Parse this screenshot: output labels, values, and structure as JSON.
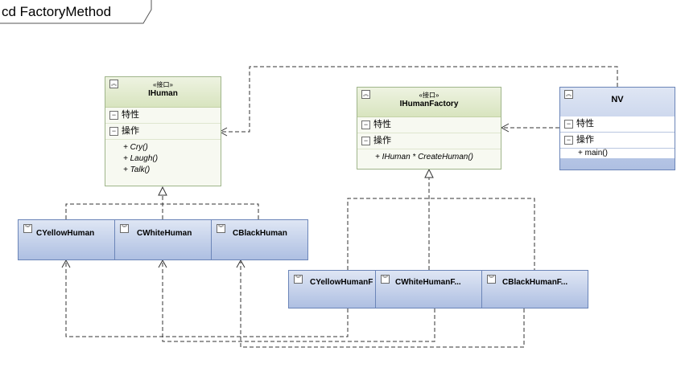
{
  "diagram": {
    "frame_title": "cd FactoryMethod"
  },
  "ihuman": {
    "stereotype": "«接口»",
    "name": "IHuman",
    "attributes_label": "特性",
    "operations_label": "操作",
    "operations": [
      "+ Cry()",
      "+ Laugh()",
      "+ Talk()"
    ]
  },
  "ihuman_factory": {
    "stereotype": "«接口»",
    "name": "IHumanFactory",
    "attributes_label": "特性",
    "operations_label": "操作",
    "operations": [
      "+ IHuman * CreateHuman()"
    ]
  },
  "nv": {
    "name": "NV",
    "attributes_label": "特性",
    "operations_label": "操作",
    "operations": [
      "+ main()"
    ]
  },
  "humans": [
    "CYellowHuman",
    "CWhiteHuman",
    "CBlackHuman"
  ],
  "factories": [
    "CYellowHumanF",
    "CWhiteHumanF...",
    "CBlackHumanF..."
  ],
  "colors": {
    "interface_fill": "#f7f9f1",
    "interface_border": "#9fb58a",
    "class_fill": "#aebfe2",
    "class_border": "#6b85b8",
    "connector": "#333333"
  },
  "icons": {
    "collapse": "chevron-up-icon",
    "expand": "chevron-down-icon",
    "section": "minus-icon"
  }
}
